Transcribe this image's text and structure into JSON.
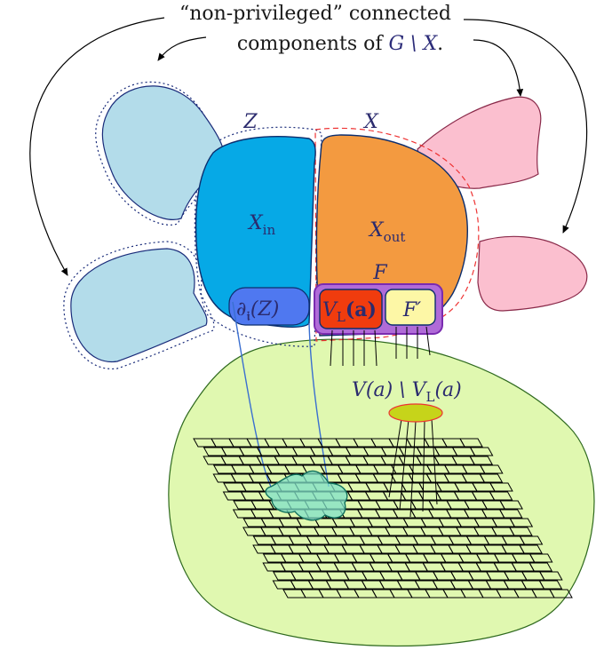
{
  "caption": {
    "line1": "“non-privileged” connected",
    "line2_text": "components of ",
    "line2_math": "G \\ X",
    "line2_end": "."
  },
  "labels": {
    "z": "Z",
    "x": "X",
    "x_in_base": "X",
    "x_in_sub": "in",
    "x_out_base": "X",
    "x_out_sub": "out",
    "f": "F",
    "boundary": "∂",
    "boundary_sub": "𝖎",
    "boundary_arg": "(Z)",
    "vl_base": "V",
    "vl_sub": "L",
    "vl_arg": "(a)",
    "fprime": "F′",
    "v_minus": "V(a) \\ V",
    "v_minus_sub": "L",
    "v_minus_end": "(a)"
  },
  "colors": {
    "blue_component": "#b3dcea",
    "pink_component": "#fbbfcf",
    "x_in": "#06a9e6",
    "x_out": "#f39a40",
    "boundary_region": "#4f78f0",
    "vl_region": "#f03c0e",
    "fprime_region": "#fdf7a6",
    "f_outline": "#a64fe0",
    "grid_region": "#e0f8b0",
    "ellipse": "#c6d41a",
    "blob": "#7fe0c8"
  }
}
